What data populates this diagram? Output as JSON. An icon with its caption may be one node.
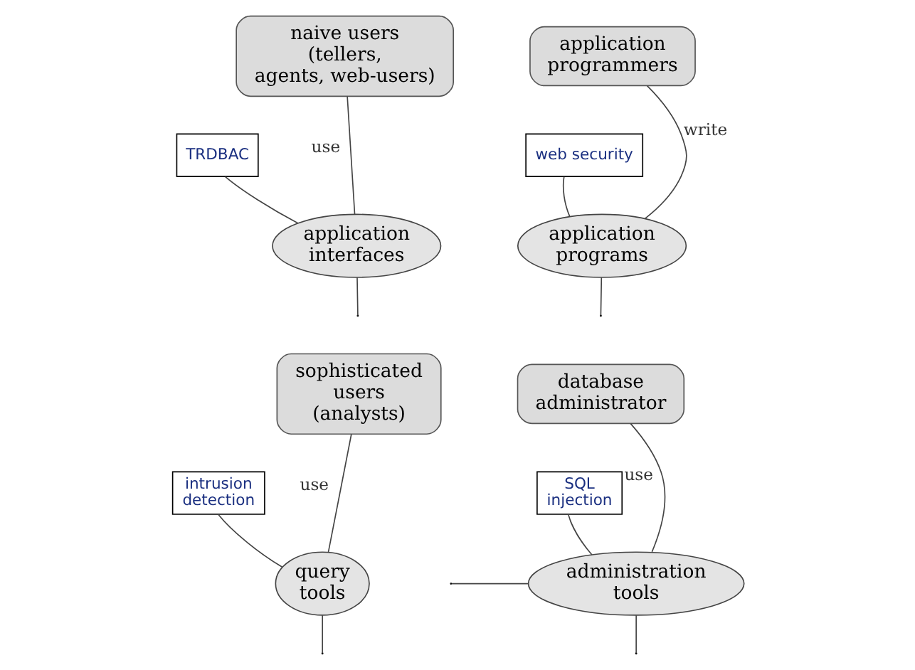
{
  "diagram": {
    "nodes": [
      {
        "text": [
          "naive users (tellers, agents, web-users)"
        ]
      },
      {
        "text": [
          "application programmers"
        ]
      },
      {
        "text": [
          "TRDBAC"
        ]
      },
      {
        "text": [
          "web security"
        ]
      },
      {
        "text": [
          "application interfaces"
        ]
      },
      {
        "text": [
          "application programs"
        ]
      },
      {
        "text": [
          "sophisticated users (analysts)"
        ]
      },
      {
        "text": [
          "database administrator"
        ]
      },
      {
        "text": [
          "intrusion detection"
        ]
      },
      {
        "text": [
          "SQL injection"
        ]
      },
      {
        "text": [
          "query tools"
        ]
      },
      {
        "text": [
          "administration tools"
        ]
      }
    ],
    "edges": [
      {
        "from": 0,
        "to": 4,
        "arrow": "none",
        "label": "use"
      },
      {
        "from": 1,
        "to": 5,
        "arrow": "none",
        "label": "write"
      },
      {
        "from": 2,
        "to": 4,
        "arrow": "none"
      },
      {
        "from": 3,
        "to": 5,
        "arrow": "none"
      },
      {
        "from": 4,
        "to": null,
        "arrow": "none"
      },
      {
        "from": 5,
        "to": null,
        "arrow": "none"
      },
      {
        "from": 6,
        "to": 10,
        "arrow": "none",
        "label": "use"
      },
      {
        "from": 7,
        "to": 11,
        "arrow": "none",
        "label": "use"
      },
      {
        "from": 8,
        "to": 10,
        "arrow": "none"
      },
      {
        "from": 9,
        "to": 11,
        "arrow": "none"
      },
      {
        "from": 10,
        "to": null,
        "arrow": "none"
      },
      {
        "from": 11,
        "to": null,
        "arrow": "none"
      },
      {
        "from": null,
        "to": 11,
        "arrow": "none"
      }
    ]
  }
}
